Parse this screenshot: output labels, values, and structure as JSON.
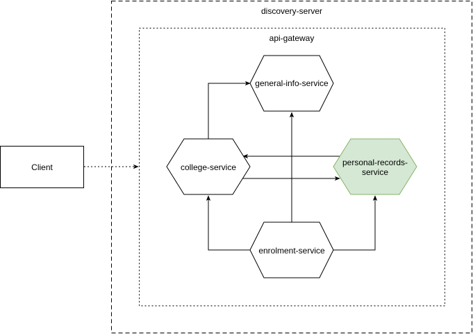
{
  "containers": {
    "discovery_server": "discovery-server",
    "api_gateway": "api-gateway"
  },
  "client": {
    "label": "Client"
  },
  "services": {
    "general_info": "general-info-service",
    "college": "college-service",
    "personal_records_line1": "personal-records-",
    "personal_records_line2": "service",
    "enrolment": "enrolment-service"
  },
  "colors": {
    "stroke": "#000000",
    "highlight_fill": "#d5e8d4",
    "highlight_stroke": "#82b366",
    "background": "#ffffff"
  }
}
